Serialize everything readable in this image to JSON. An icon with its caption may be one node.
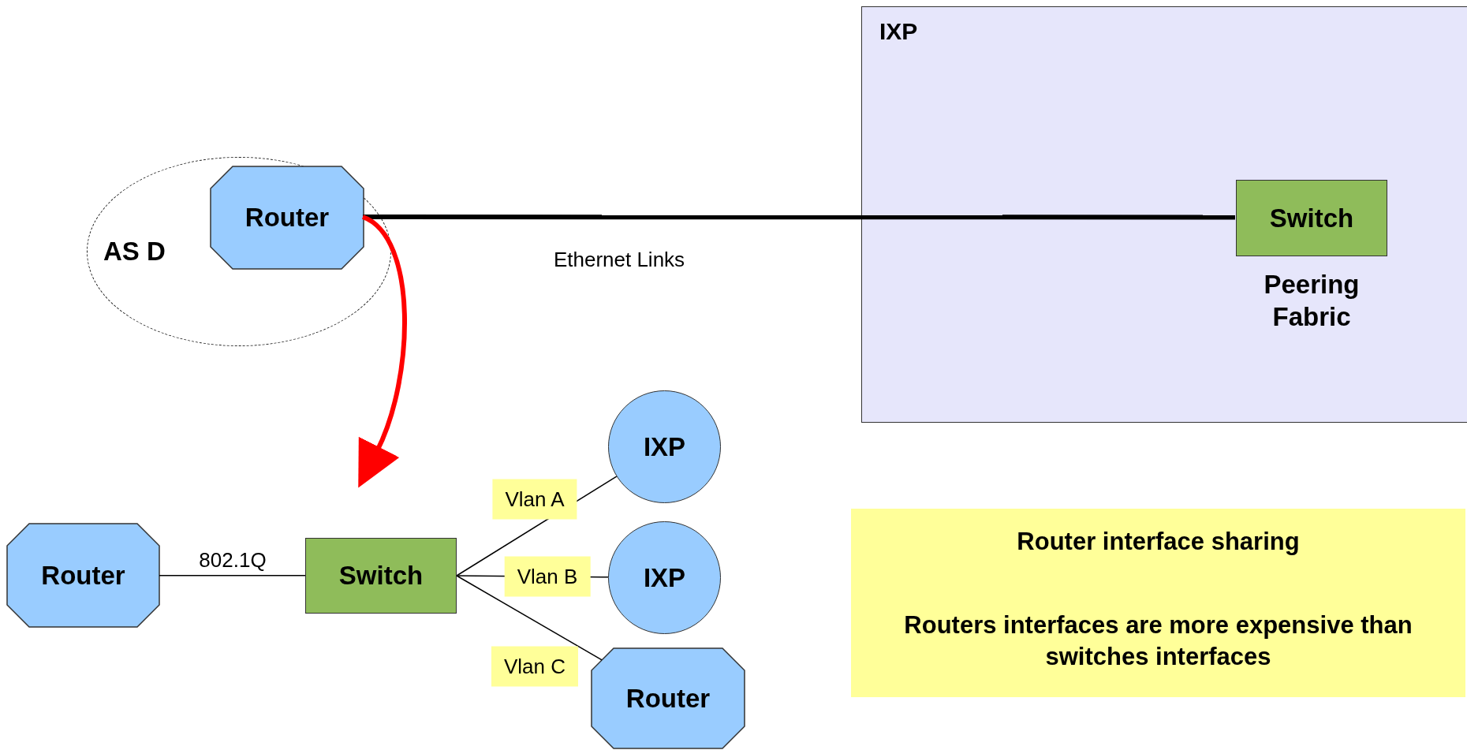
{
  "diagram": {
    "nodes": [
      {
        "text": [
          "AS D"
        ]
      },
      {
        "text": [
          "Router"
        ],
        "in": 0
      },
      {
        "text": [
          "IXP"
        ]
      },
      {
        "text": [
          "Switch"
        ],
        "in": 2,
        "beside": [
          "Peering Fabric"
        ]
      },
      {
        "text": [
          "IXP"
        ]
      },
      {
        "text": [
          "Router"
        ]
      },
      {
        "text": [
          "Switch"
        ]
      },
      {
        "text": [
          "IXP"
        ]
      },
      {
        "text": [
          "Router"
        ]
      },
      {
        "text": [
          "Router interface sharing",
          "Routers interfaces are more expensive than switches interfaces"
        ]
      }
    ],
    "edges": [
      {
        "from": 1,
        "to": 3,
        "arrow": "none",
        "label": "Ethernet Links",
        "style": "thick"
      },
      {
        "from": 1,
        "to": null,
        "arrow": "to",
        "style": "thick",
        "color": "#ff0000"
      },
      {
        "from": 5,
        "to": 6,
        "arrow": "none",
        "label": "802.1Q"
      },
      {
        "from": 6,
        "to": 4,
        "arrow": "none",
        "label": "Vlan A"
      },
      {
        "from": 6,
        "to": 7,
        "arrow": "none",
        "label": "Vlan B"
      },
      {
        "from": 6,
        "to": 8,
        "arrow": "none",
        "label": "Vlan C"
      }
    ]
  }
}
